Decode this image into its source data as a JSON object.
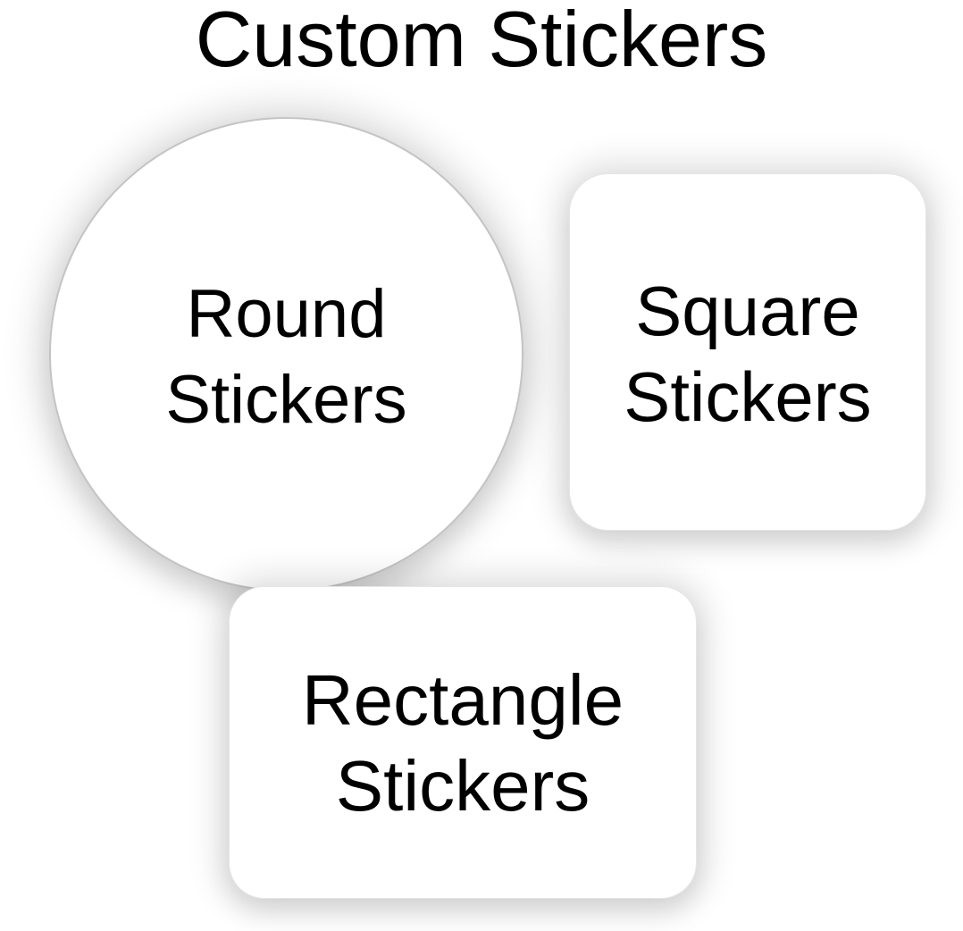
{
  "title": "Custom Stickers",
  "stickers": {
    "round": {
      "line1": "Round",
      "line2": "Stickers"
    },
    "square": {
      "line1": "Square",
      "line2": "Stickers"
    },
    "rectangle": {
      "line1": "Rectangle",
      "line2": "Stickers"
    }
  },
  "colors": {
    "background": "#ffffff",
    "text": "#000000",
    "sticker_fill": "#ffffff",
    "round_outline": "#c4c4c4"
  }
}
